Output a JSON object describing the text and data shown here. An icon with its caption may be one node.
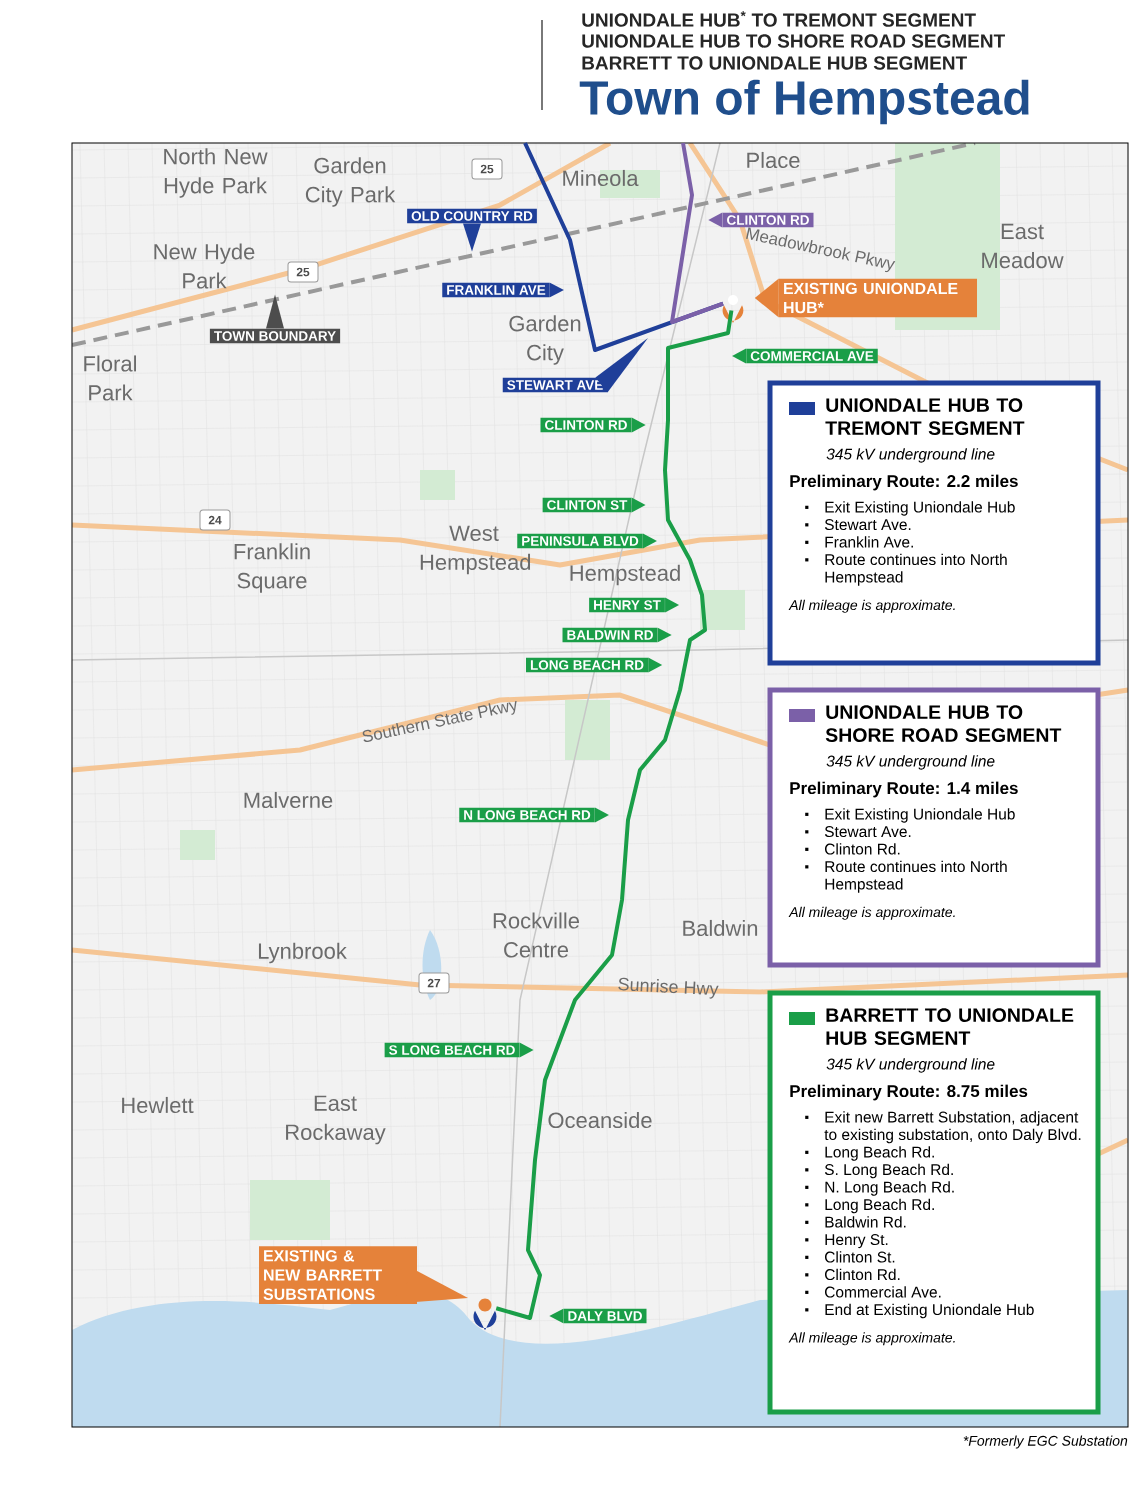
{
  "diagram": {
    "title": "Town of Hempstead",
    "caption": "*Formerly EGC Substation",
    "nodes": [
      {
        "text": [
          "OLD COUNTRY RD"
        ]
      },
      {
        "text": [
          "CLINTON RD"
        ]
      },
      {
        "text": [
          "FRANKLIN AVE"
        ]
      },
      {
        "text": [
          "TOWN BOUNDARY"
        ]
      },
      {
        "text": [
          "EXISTING UNIONDALE HUB*"
        ]
      },
      {
        "text": [
          "COMMERCIAL AVE"
        ]
      },
      {
        "text": [
          "STEWART AVE"
        ]
      },
      {
        "text": [
          "CLINTON RD"
        ]
      },
      {
        "text": [
          "CLINTON ST"
        ]
      },
      {
        "text": [
          "PENINSULA BLVD"
        ]
      },
      {
        "text": [
          "HENRY ST"
        ]
      },
      {
        "text": [
          "BALDWIN RD"
        ]
      },
      {
        "text": [
          "LONG BEACH RD"
        ]
      },
      {
        "text": [
          "N LONG BEACH RD"
        ]
      },
      {
        "text": [
          "S LONG BEACH RD"
        ]
      },
      {
        "text": [
          "EXISTING & NEW BARRETT SUBSTATIONS"
        ]
      },
      {
        "text": [
          "DALY BLVD"
        ]
      },
      {
        "text": [
          "345 kV underground line",
          "Preliminary Route: 2.2 miles",
          "Exit Existing Uniondale Hub",
          "Stewart Ave.",
          "Franklin Ave.",
          "Route continues into North Hempstead",
          "All mileage is approximate."
        ]
      },
      {
        "text": [
          "345 kV underground line",
          "Preliminary Route: 1.4 miles",
          "Exit Existing Uniondale Hub",
          "Stewart Ave.",
          "Clinton Rd.",
          "Route continues into North Hempstead",
          "All mileage is approximate."
        ]
      },
      {
        "text": [
          "345 kV underground line",
          "Preliminary Route: 8.75 miles",
          "Exit new Barrett Substation, adjacent to existing substation, onto Daly Blvd.",
          "Long Beach Rd.",
          "S. Long Beach Rd.",
          "N. Long Beach Rd.",
          "Long Beach Rd.",
          "Baldwin Rd.",
          "Henry St.",
          "Clinton St.",
          "Clinton Rd.",
          "Commercial Ave.",
          "End at Existing Uniondale Hub",
          "All mileage is approximate."
        ]
      },
      {
        "text": [],
        "shape": "pin"
      },
      {
        "text": [],
        "shape": "pin"
      }
    ],
    "edges": [
      {
        "from": 20,
        "to": null,
        "arrow": "none",
        "color": "#1f3f99"
      },
      {
        "from": 20,
        "to": null,
        "arrow": "none",
        "color": "#7b60a8"
      },
      {
        "from": 21,
        "to": 20,
        "arrow": "none",
        "color": "#1a9e48"
      }
    ],
    "labels": [
      "UNIONDALE HUB$^{*}$ TO TREMONT SEGMENT",
      "UNIONDALE HUB TO SHORE ROAD SEGMENT",
      "BARRETT TO UNIONDALE HUB SEGMENT",
      "North New Hyde Park",
      "Garden City Park",
      "Mineola",
      "Place",
      "East Meadow",
      "New Hyde Park",
      "25",
      "Meadowbrook Pkwy",
      "25",
      "Garden City",
      "Floral Park",
      "24",
      "West Hempstead",
      "Hempstead",
      "Franklin Square",
      "Southern State Pkwy",
      "Malverne",
      "Rockville Centre",
      "Baldwin",
      "Lynbrook",
      "27",
      "Sunrise Hwy",
      "Hewlett",
      "East Rockaway",
      "Oceanside"
    ],
    "legend": [
      {
        "text": "UNIONDALE HUB TO TREMONT SEGMENT",
        "color": "#1f3f99"
      },
      {
        "text": "UNIONDALE HUB TO SHORE ROAD SEGMENT",
        "color": "#7b60a8"
      },
      {
        "text": "BARRETT TO UNIONDALE HUB SEGMENT",
        "color": "#1a9e48"
      }
    ]
  }
}
